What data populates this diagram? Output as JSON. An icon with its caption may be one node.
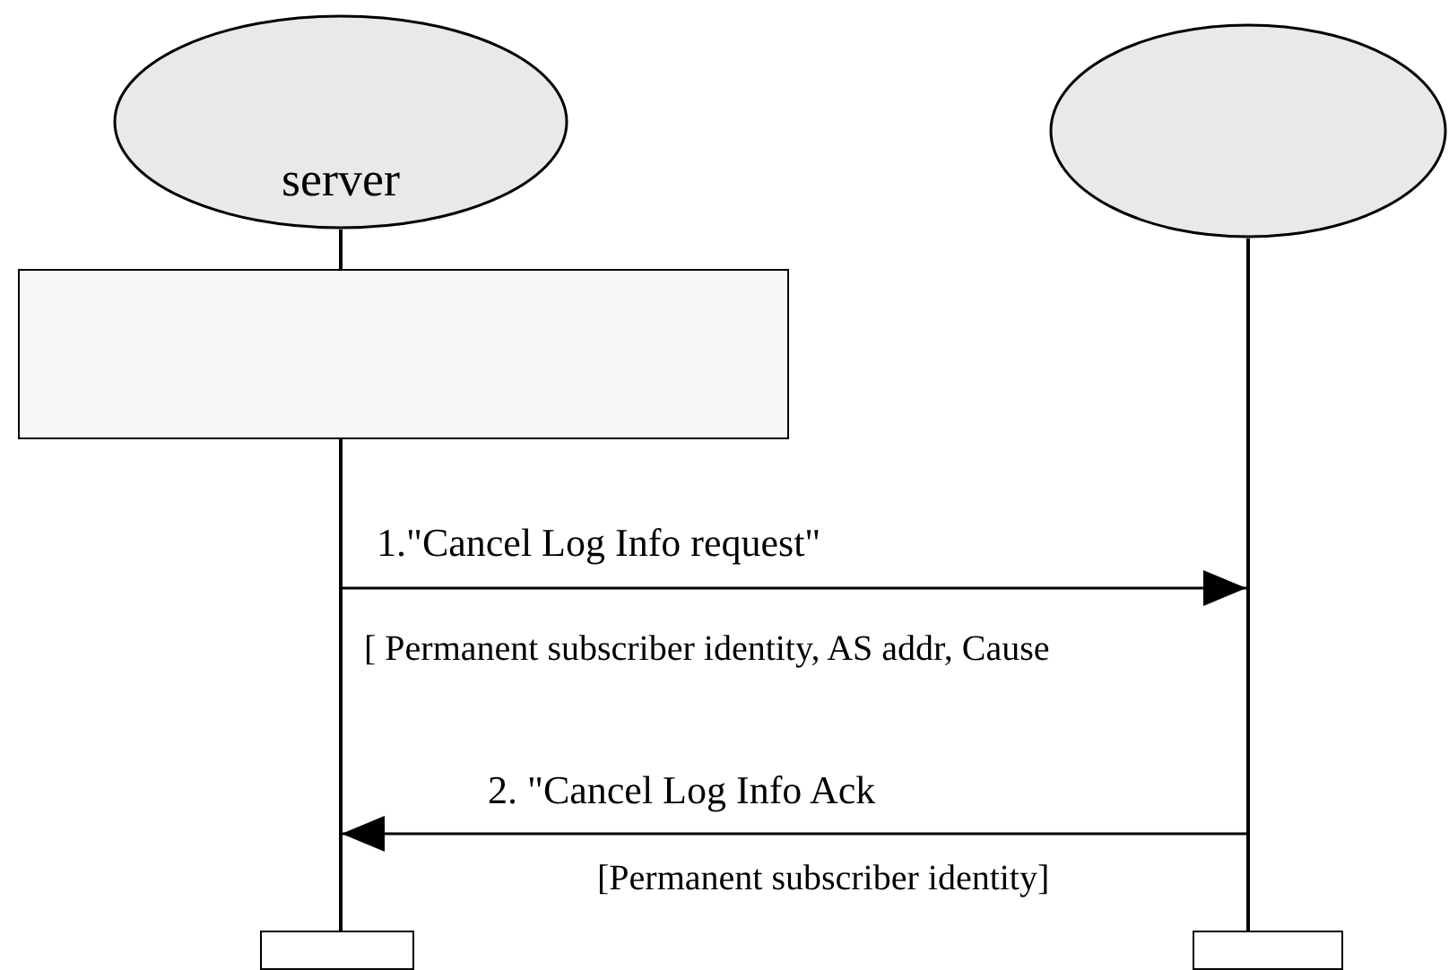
{
  "diagram": {
    "nodes": [
      {
        "text": [
          "server"
        ]
      },
      {
        "text": [],
        "shape": "ellipse"
      },
      {
        "text": [],
        "shape": "box"
      },
      {
        "text": [],
        "shape": "box"
      },
      {
        "text": [],
        "shape": "box"
      },
      {
        "text": [],
        "shape": "line"
      },
      {
        "text": [],
        "shape": "line"
      }
    ],
    "edges": [
      {
        "from": 5,
        "to": 6,
        "arrow": "to",
        "label": "1.\"Cancel Log Info request\""
      },
      {
        "from": 6,
        "to": 5,
        "arrow": "to",
        "label": "2. \"Cancel Log Info Ack"
      }
    ],
    "labels": [
      "[ Permanent subscriber identity, AS addr, Cause",
      "[Permanent subscriber identity]"
    ]
  }
}
